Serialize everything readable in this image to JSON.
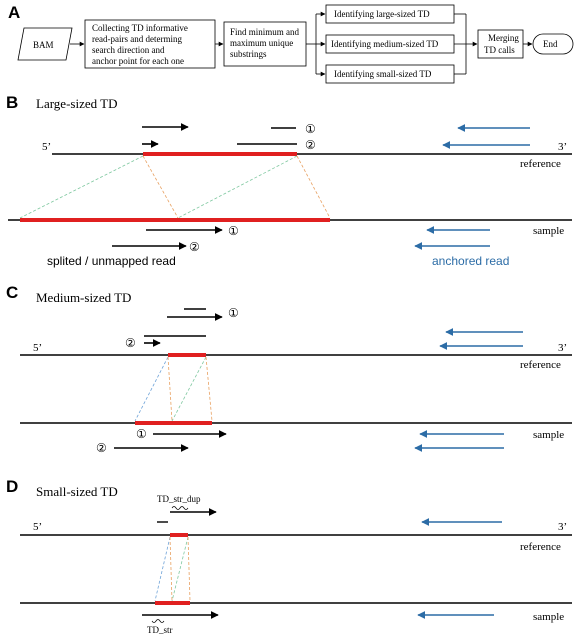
{
  "colors": {
    "td_segment": "#e02020",
    "anchored_arrow": "#2c6ca6",
    "read_arrow": "#000000",
    "dash_green": "#7fc8a0",
    "dash_blue": "#6fa3d8",
    "dash_orange": "#e8a060"
  },
  "panel_a": {
    "letter": "A",
    "bam": "BAM",
    "step1": [
      "Collecting TD informative",
      "read-pairs and determing",
      "search direction and",
      "anchor point for each one"
    ],
    "step2": [
      "Find minimum and",
      "maximum unique",
      "substrings"
    ],
    "large": "Identifying large-sized TD",
    "medium": "Identifying medium-sized TD",
    "small": "Identifying small-sized TD",
    "merge": [
      "Merging",
      "TD calls"
    ],
    "end": "End"
  },
  "panel_b": {
    "letter": "B",
    "title": "Large-sized TD",
    "five_prime": "5’",
    "three_prime": "3’",
    "reference": "reference",
    "sample": "sample",
    "one": "①",
    "two": "②",
    "splited": "splited / unmapped read",
    "anchored": "anchored read"
  },
  "panel_c": {
    "letter": "C",
    "title": "Medium-sized TD",
    "five_prime": "5’",
    "three_prime": "3’",
    "reference": "reference",
    "sample": "sample",
    "one": "①",
    "two": "②"
  },
  "panel_d": {
    "letter": "D",
    "title": "Small-sized TD",
    "five_prime": "5’",
    "three_prime": "3’",
    "reference": "reference",
    "sample": "sample",
    "td_str_dup": "TD_str_dup",
    "td_str": "TD_str"
  }
}
